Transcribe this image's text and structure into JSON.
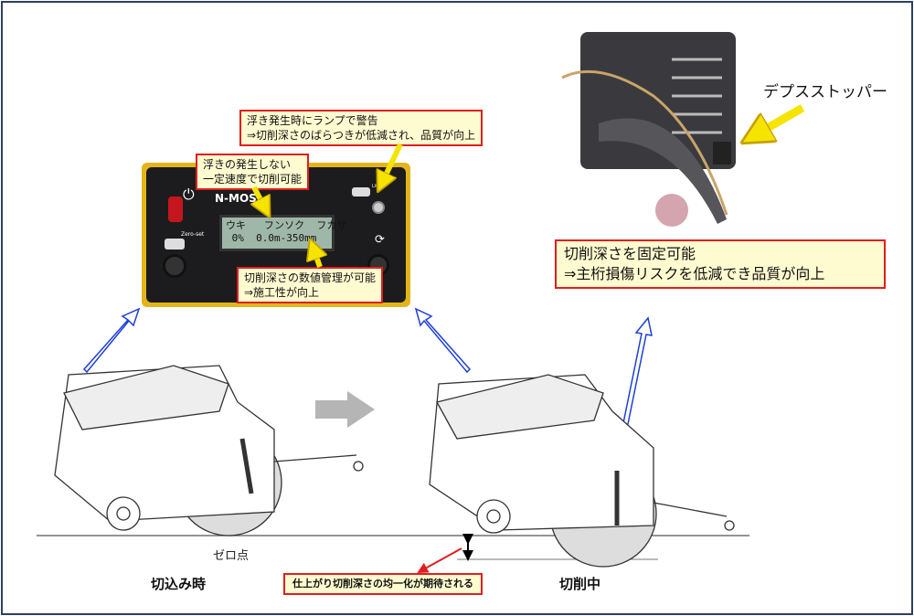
{
  "panel": {
    "title": "N-MOS",
    "zero_set_label": "Zero-set",
    "lift_label": "Lift",
    "lcd_headers": "ウキ   フンソク  フカサ",
    "lcd_values": " 0%  0.0m-350mm"
  },
  "callouts": {
    "lamp_warning": [
      "浮き発生時にランプで警告",
      "⇒切削深さのばらつきが低減され、品質が向上"
    ],
    "constant_speed": [
      "浮きの発生しない",
      "一定速度で切削可能"
    ],
    "numeric_depth": [
      "切削深さの数値管理が可能",
      "⇒施工性が向上"
    ],
    "fixed_depth": [
      "切削深さを固定可能",
      "⇒主桁損傷リスクを低減でき品質が向上"
    ],
    "uniform_depth": "仕上がり切削深さの均一化が期待される"
  },
  "labels": {
    "depth_stopper": "デプスストッパー",
    "zero_point": "ゼロ点",
    "cutting_in": "切込み時",
    "cutting": "切削中"
  },
  "colors": {
    "callout_border": "#e01e1e",
    "callout_fill": "#fffbd0",
    "arrow_yellow": "#f5e400",
    "arrow_blue": "#1d3fd8"
  }
}
